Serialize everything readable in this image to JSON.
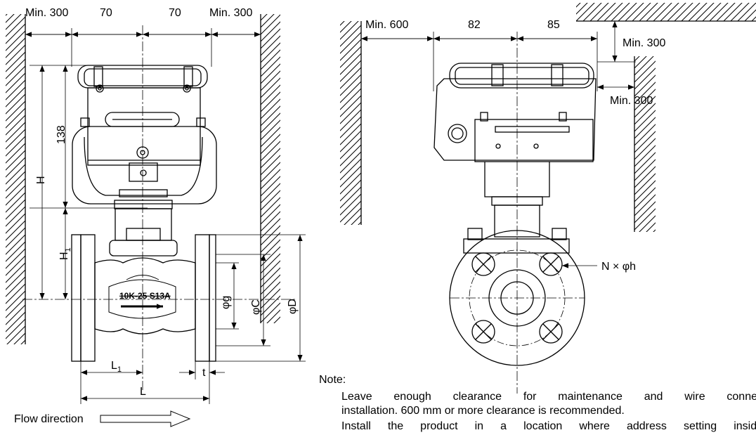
{
  "left_view": {
    "dims": {
      "min_left": "Min. 300",
      "half_left": "70",
      "half_right": "70",
      "min_right": "Min. 300",
      "height_138": "138",
      "H": "H",
      "H1_base": "H",
      "H1_sub": "1",
      "phi_g": "φg",
      "phi_C": "φC",
      "phi_D": "φD",
      "L1_base": "L",
      "L1_sub": "1",
      "t": "t",
      "L": "L"
    },
    "body_marking": "10K-25 S13A",
    "flow_direction": "Flow direction"
  },
  "right_view": {
    "dims": {
      "min_left": "Min. 600",
      "half_left": "82",
      "half_right": "85",
      "min_top": "Min. 300",
      "min_side": "Min. 300",
      "bolt_holes": "N × φh"
    }
  },
  "note": {
    "label": "Note:",
    "line1": "Leave enough clearance for maintenance and wire connec",
    "line2": "installation.  600 mm or more clearance is recommended.",
    "line3": "Install the product in a location where address setting inside"
  }
}
